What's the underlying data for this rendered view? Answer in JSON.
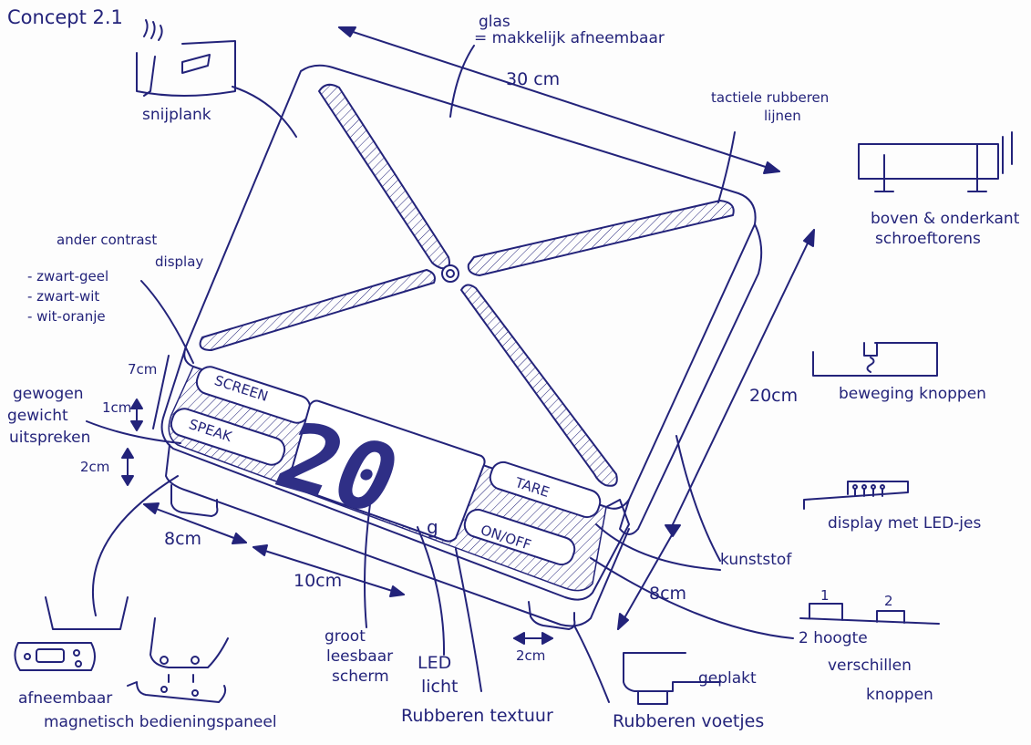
{
  "ink_color": "#23237a",
  "title": "Concept 2.1",
  "labels": {
    "glas": "glas",
    "makkelijk": "= makkelijk afneembaar",
    "width_30": "30 cm",
    "snijplank": "snijplank",
    "tactiele_1": "tactiele rubberen",
    "tactiele_2": "lijnen",
    "bovenkant_1": "boven & onderkant",
    "bovenkant_2": "schroeftorens",
    "contrast_1": "ander contrast",
    "contrast_display": "display",
    "contrast_2": "- zwart-geel",
    "contrast_3": "- zwart-wit",
    "contrast_4": "- wit-oranje",
    "dim_7cm": "7cm",
    "dim_1cm": "1cm",
    "gewogen_1": "gewogen",
    "gewogen_2": "gewicht",
    "gewogen_3": "uitspreken",
    "dim_2cm": "2cm",
    "dim_8cm_left": "8cm",
    "dim_10cm": "10cm",
    "dim_20cm": "20cm",
    "beweging": "beweging knoppen",
    "display_led": "display met LED-jes",
    "kunststof": "kunststof",
    "dim_8cm_right": "8cm",
    "hoogte_1": "2 hoogte",
    "hoogte_2": "verschillen",
    "hoogte_3": "knoppen",
    "hoogte_n1": "1",
    "hoogte_n2": "2",
    "groot_1": "groot",
    "groot_2": "leesbaar",
    "groot_3": "scherm",
    "led_1": "LED",
    "led_2": "licht",
    "rubberen_textuur": "Rubberen textuur",
    "dim_2cm_bottom": "2cm",
    "geplakt": "geplakt",
    "rubberen_voetjes": "Rubberen voetjes",
    "afneembaar": "afneembaar",
    "magnetisch": "magnetisch bedieningspaneel"
  },
  "buttons": {
    "screen": "SCREEN",
    "speak": "SPEAK",
    "tare": "TARE",
    "onoff": "ON/OFF"
  },
  "display": {
    "value": "20",
    "unit": "g"
  }
}
